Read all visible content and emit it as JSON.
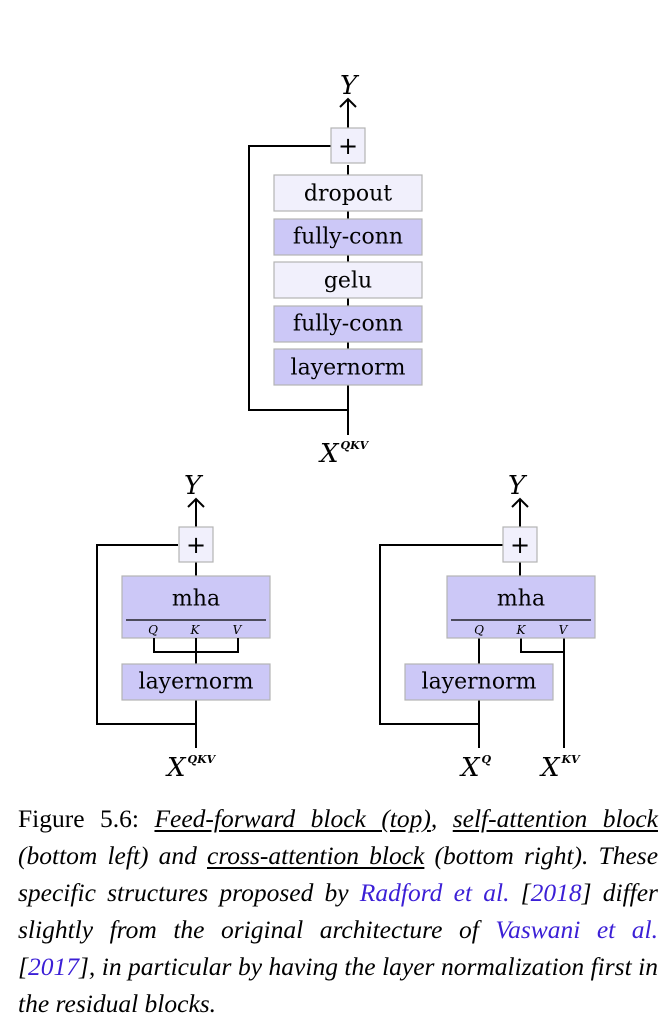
{
  "feed_forward": {
    "output": "Y",
    "plus": "+",
    "layers": [
      {
        "label": "dropout",
        "shade": "light"
      },
      {
        "label": "fully-conn",
        "shade": "dark"
      },
      {
        "label": "gelu",
        "shade": "light"
      },
      {
        "label": "fully-conn",
        "shade": "dark"
      },
      {
        "label": "layernorm",
        "shade": "dark"
      }
    ],
    "input_var": "X",
    "input_sup": "QKV"
  },
  "self_attention": {
    "output": "Y",
    "plus": "+",
    "mha": "mha",
    "ports": [
      "Q",
      "K",
      "V"
    ],
    "norm": "layernorm",
    "input_var": "X",
    "input_sup": "QKV"
  },
  "cross_attention": {
    "output": "Y",
    "plus": "+",
    "mha": "mha",
    "ports": [
      "Q",
      "K",
      "V"
    ],
    "norm": "layernorm",
    "input_q_var": "X",
    "input_q_sup": "Q",
    "input_kv_var": "X",
    "input_kv_sup": "KV"
  },
  "caption": {
    "prefix": "Figure 5.6: ",
    "ff": "Feed-forward block (top)",
    "comma": ", ",
    "sa": "self-attention block",
    "t1": " (bottom left) and ",
    "ca": "cross-attention block",
    "t2": " (bottom right). These specific structures proposed by ",
    "cite1": "Radford et al.",
    "y1open": " [",
    "y1": "2018",
    "t3": "] differ slightly from the original architecture of ",
    "cite2": "Vaswani et al.",
    "y2open": " [",
    "y2": "2017",
    "t4": "], in particular by having the layer normalization first in the residual blocks."
  },
  "colors": {
    "dark_fill": "#ccc8f7",
    "light_fill": "#f1f0fc",
    "border": "#b3b3b3",
    "line": "#000000",
    "link": "#3b1fd6"
  }
}
